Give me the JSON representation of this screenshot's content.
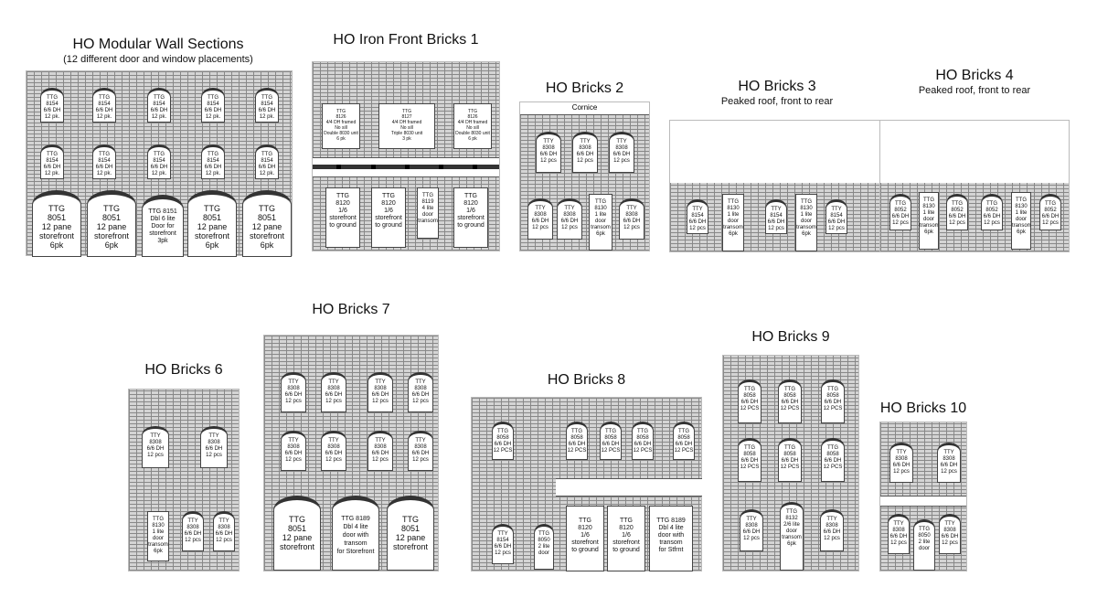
{
  "titles": {
    "modular": "HO Modular Wall Sections",
    "modular_sub": "(12 different door and window placements)",
    "iron": "HO Iron Front Bricks 1",
    "b2": "HO Bricks 2",
    "b3": "HO Bricks 3",
    "b3_sub": "Peaked roof, front to rear",
    "b4": "HO Bricks 4",
    "b4_sub": "Peaked roof, front to rear",
    "b6": "HO Bricks 6",
    "b7": "HO Bricks 7",
    "b8": "HO Bricks 8",
    "b9": "HO Bricks 9",
    "b10": "HO Bricks 10"
  },
  "labels": {
    "w8154_sm": "TTG\n8154\n6/6 DH\n12 pk.",
    "sf8051": "TTG\n8051\n12 pane\nstorefront\n6pk",
    "door8151": "TTG 8151\nDbl 6 lite\nDoor for\nstorefront\n3pk",
    "iron8126": "TTG\n8126\n4/4 DH framed\nNo sill\nDouble 8030 unit\n6 pk",
    "iron8127": "TTG\n8127\n4/4 DH framed\nNo sill\nTriple 8030 unit\n3 pk",
    "sf8120": "TTG\n8120\n1/6\nstorefront\nto ground",
    "tr8119": "TTG\n8119\n4 lite\ndoor\ntransom",
    "cornice": "Cornice",
    "w8308": "TTY\n8308\n6/6 DH\n12 pcs",
    "d8130": "TTG\n8130\n1 lite\ndoor\ntransom\n6pk",
    "w8154": "TTY\n8154\n6/6 DH\n12 pcs",
    "w8052": "TTG\n8052\n6/6 DH\n12 pcs",
    "sf8051_b7": "TTG\n8051\n12 pane\nstorefront",
    "d8189_b7": "TTG 8189\nDbl 4 lite\ndoor with\ntransom\nfor Storefront",
    "w8058": "TTG\n8058\n6/6 DH\n12 PCS",
    "d8050": "TTG\n8050\n2 lite\ndoor",
    "d8189_b8": "TTG 8189\nDbl 4 lite\ndoor with\ntransom\nfor Stfrnt",
    "d8132": "TTG\n8132\n2/6 lite\ndoor\ntransom\n6pk",
    "d8050_b10": "TTG\n8050\n2 lite\ndoor"
  }
}
